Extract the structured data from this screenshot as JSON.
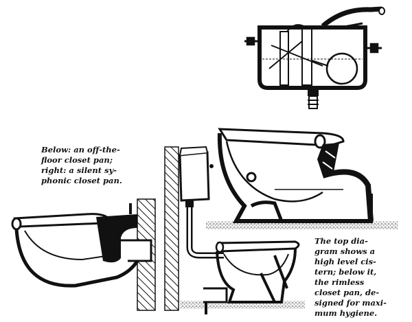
{
  "captions": {
    "left": [
      "Below: an off-the-",
      "floor closet pan;",
      "right: a silent sy-",
      "phonic closet pan."
    ],
    "right": [
      "The top dia-",
      "gram shows a",
      "high level cis-",
      "tern; below it,",
      "the rimless",
      "closet pan, de-",
      "signed for maxi-",
      "mum hygiene."
    ]
  },
  "colors": {
    "ink": "#111111",
    "paper": "#ffffff",
    "shade": "#d6d6d6"
  }
}
